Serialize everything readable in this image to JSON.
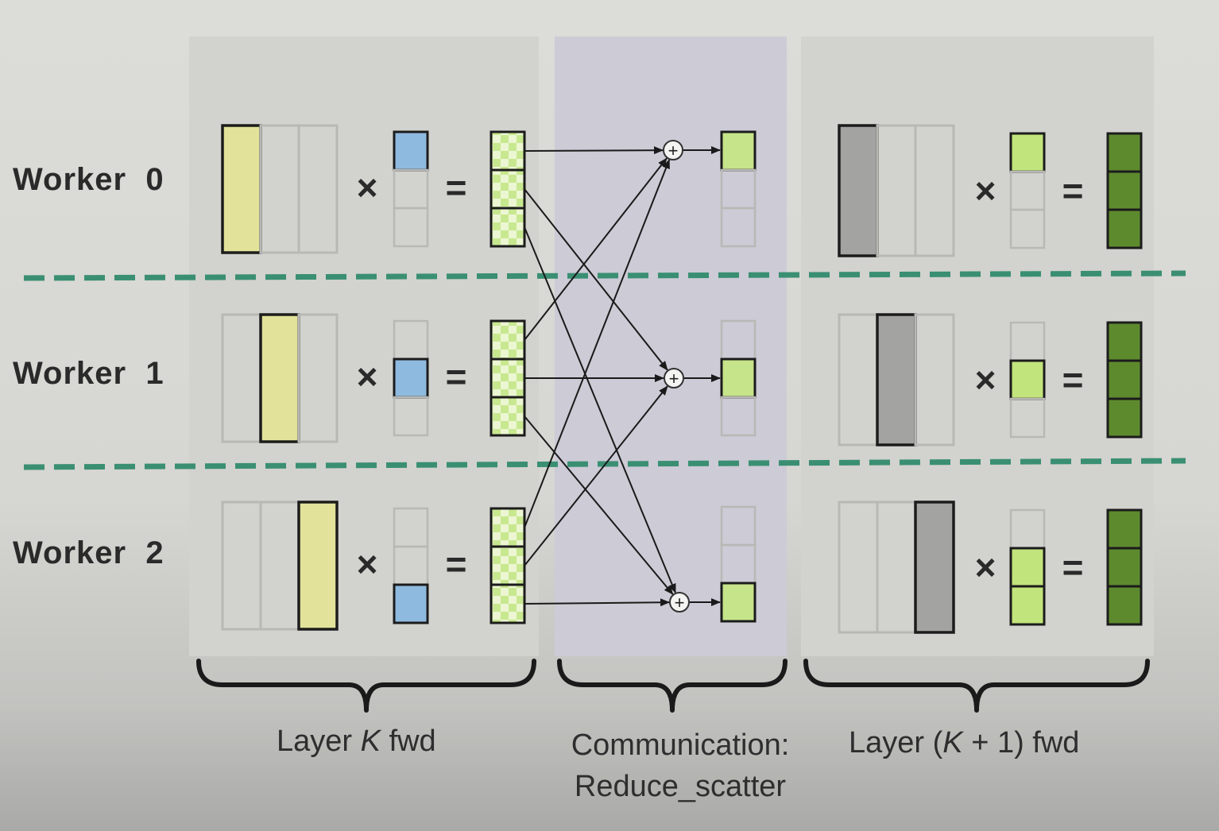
{
  "workers": [
    {
      "label": "Worker  0"
    },
    {
      "label": "Worker  1"
    },
    {
      "label": "Worker  2"
    }
  ],
  "operators": {
    "multiply": "×",
    "equals": "=",
    "plus": "+"
  },
  "captions": {
    "left_pre": "Layer ",
    "left_k": "K",
    "left_post": " fwd",
    "mid_line1": "Communication:",
    "mid_line2": "Reduce_scatter",
    "right_pre": "Layer (",
    "right_k": "K",
    "right_post": " + 1) fwd"
  },
  "colors": {
    "weight_k": "#e2e29a",
    "input_block": "#8fbadf",
    "partial_a": "#c8e890",
    "partial_b": "#ecf6d2",
    "reduced": "#c6e48a",
    "weight_k1": "#a3a3a1",
    "input_k1": "#c2e47c",
    "output_k1": "#5e8a2e",
    "divider": "#3a8f72"
  }
}
